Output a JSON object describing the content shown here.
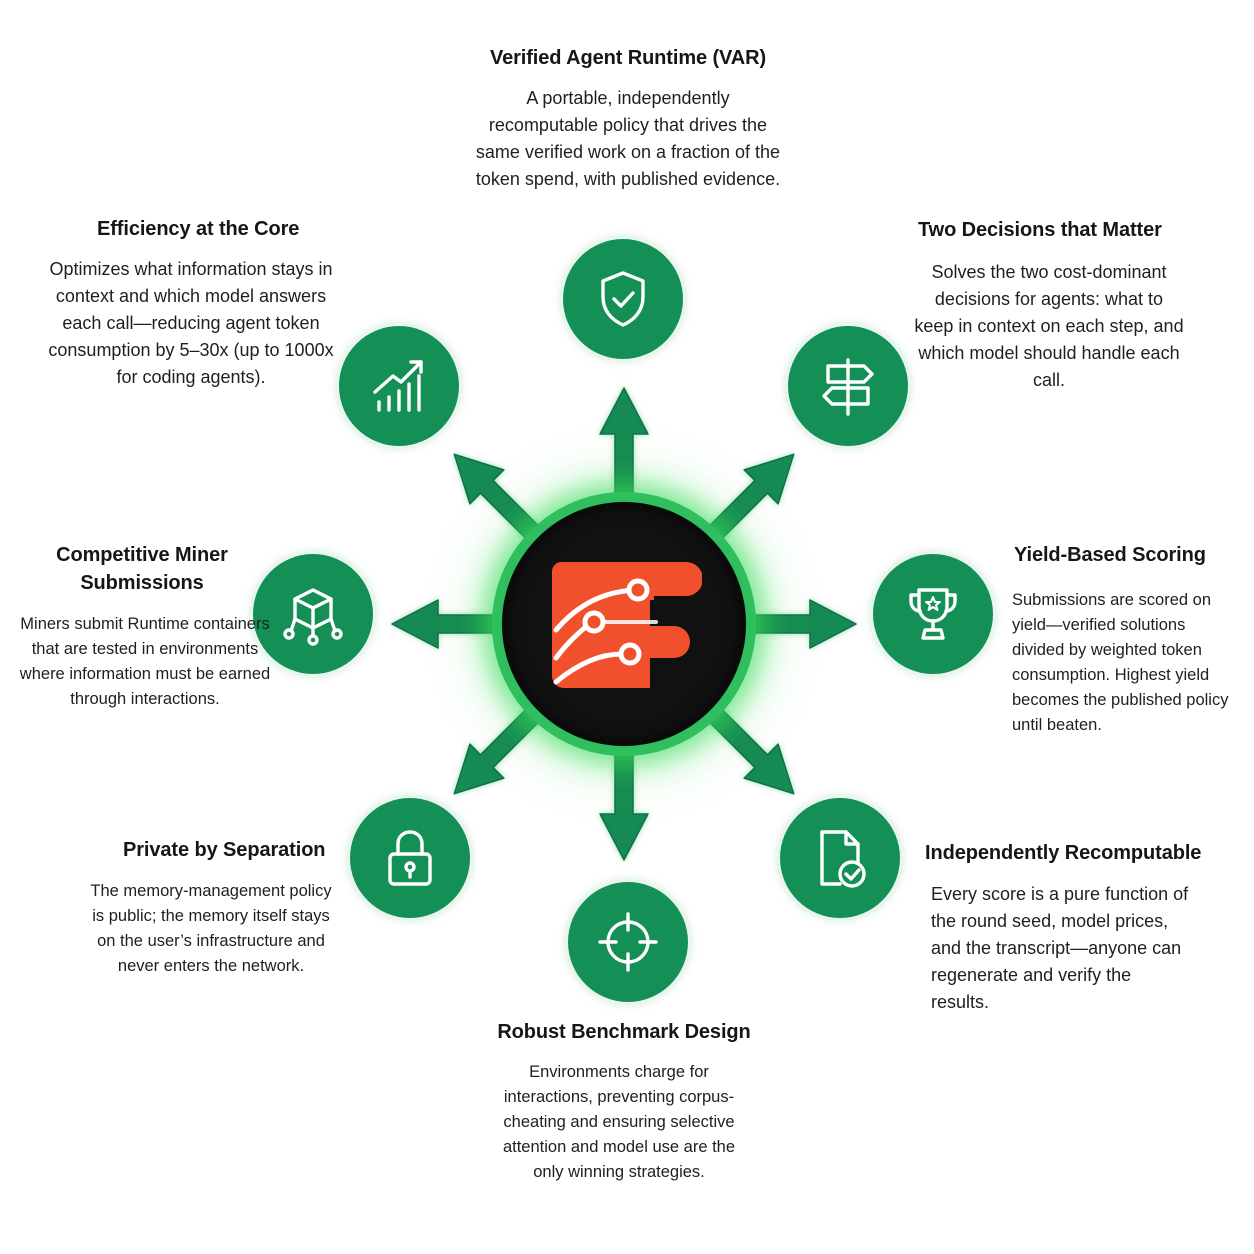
{
  "center": {
    "logo_icon": "orange-circuit-e-logo-icon"
  },
  "colors": {
    "node": "#149056",
    "arrow": "#138a52",
    "ring_glow": "#2fbf5c",
    "center_disc": "#111111",
    "logo": "#f0512c"
  },
  "features": [
    {
      "id": "var",
      "icon": "shield-check-icon",
      "title": "Verified Agent Runtime (VAR)",
      "desc": "A portable, independently recomputable policy that drives the same verified work on a fraction of the token spend, with published evidence."
    },
    {
      "id": "two-decisions",
      "icon": "signpost-icon",
      "title": "Two Decisions that Matter",
      "desc": "Solves the two cost-dominant decisions for agents: what to keep in context on each step, and which model should handle each call."
    },
    {
      "id": "yield",
      "icon": "trophy-icon",
      "title": "Yield-Based Scoring",
      "desc": "Submissions are scored on yield—verified solutions divided by weighted token consumption. Highest yield becomes the published policy until beaten."
    },
    {
      "id": "recomputable",
      "icon": "document-check-icon",
      "title": "Independently Recomputable",
      "desc": "Every score is a pure function of the round seed, model prices, and the transcript—anyone can regenerate and verify the results."
    },
    {
      "id": "benchmark",
      "icon": "crosshair-icon",
      "title": "Robust Benchmark Design",
      "desc": "Environments charge for interactions, preventing corpus-cheating and ensuring selective attention and model use are the only winning strategies."
    },
    {
      "id": "private",
      "icon": "padlock-icon",
      "title": "Private by Separation",
      "desc": "The memory-management policy is public; the memory itself stays on the user’s infrastructure and never enters the network."
    },
    {
      "id": "miners",
      "icon": "cube-network-icon",
      "title": "Competitive Miner Submissions",
      "desc": "Miners submit Runtime containers that are tested in environments where information must be earned through interactions."
    },
    {
      "id": "efficiency",
      "icon": "growth-chart-icon",
      "title": "Efficiency at the Core",
      "desc": "Optimizes what information stays in context and which model answers each call—reducing agent token consumption by 5–30x (up to 1000x for coding agents)."
    }
  ]
}
